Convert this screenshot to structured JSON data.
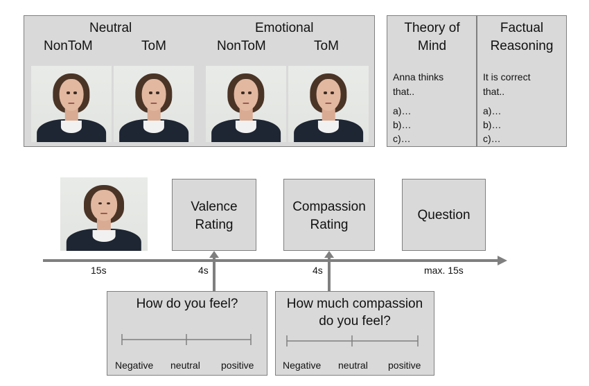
{
  "top_panel": {
    "neutral": "Neutral",
    "emotional": "Emotional",
    "nontom_1": "NonToM",
    "tom_1": "ToM",
    "nontom_2": "NonToM",
    "tom_2": "ToM"
  },
  "question_panel": {
    "tom_title_line1": "Theory of",
    "tom_title_line2": "Mind",
    "tom_text_line1": "Anna thinks",
    "tom_text_line2": "that..",
    "tom_a": "a)…",
    "tom_b": "b)…",
    "tom_c": "c)…",
    "fact_title_line1": "Factual",
    "fact_title_line2": "Reasoning",
    "fact_text_line1": "It is correct",
    "fact_text_line2": "that..",
    "fact_a": "a)…",
    "fact_b": "b)…",
    "fact_c": "c)…"
  },
  "timeline": {
    "valence_line1": "Valence",
    "valence_line2": "Rating",
    "compassion_line1": "Compassion",
    "compassion_line2": "Rating",
    "question": "Question",
    "dur_video": "15s",
    "dur_valence": "4s",
    "dur_compassion": "4s",
    "dur_question": "max. 15s"
  },
  "valence_scale": {
    "prompt": "How do you feel?",
    "negative": "Negative",
    "neutral": "neutral",
    "positive": "positive"
  },
  "compassion_scale": {
    "prompt_line1": "How much compassion",
    "prompt_line2": "do you feel?",
    "negative": "Negative",
    "neutral": "neutral",
    "positive": "positive"
  },
  "colors": {
    "box_fill": "#d9d9d9",
    "box_border": "#7f7f7f",
    "arrow": "#7f7f7f"
  }
}
